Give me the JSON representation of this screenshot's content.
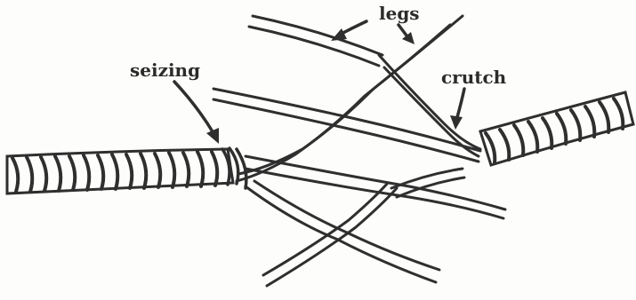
{
  "diagram": {
    "labels": {
      "legs": "legs",
      "seizing": "seizing",
      "crutch": "crutch"
    },
    "ink_color": "#2f2f2f",
    "paper_color": "#fdfdfb"
  }
}
